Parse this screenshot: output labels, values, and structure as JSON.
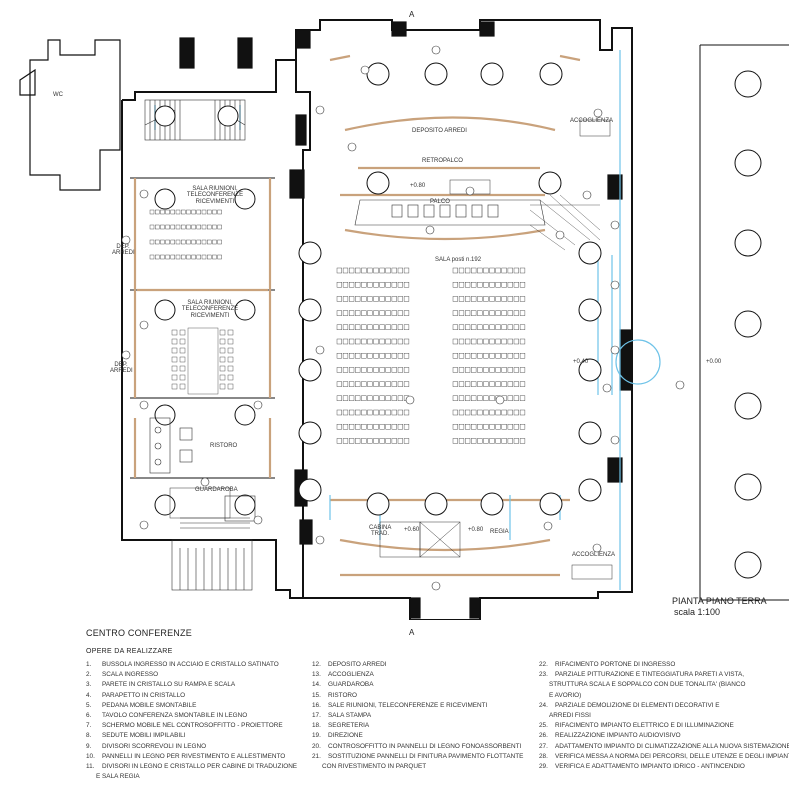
{
  "plan": {
    "title": "PIANTA PIANO TERRA",
    "scale": "scala 1:100",
    "section_marker": "A",
    "labels": {
      "wc": "WC",
      "accoglienza_top": "ACCOGLIENZA",
      "accoglienza_bottom": "ACCOGLIENZA",
      "deposito_arredi": "DEPOSITO ARREDI",
      "retropalco": "RETROPALCO",
      "palco": "PALCO",
      "sala_posti": "SALA posti n.192",
      "sala_riunioni_top": "SALA RIUNIONI, TELECONFERENZE RICEVIMENTI",
      "sala_riunioni_mid": "SALA RIUNIONI, TELECONFERENZE RICEVIMENTI",
      "dep_arredi_1": "DEP. ARREDI",
      "dep_arredi_2": "DEP. ARREDI",
      "ristoro": "RISTORO",
      "guardaroba": "GUARDAROBA",
      "cabina_trad": "CABINA TRAD.",
      "regia": "REGIA",
      "lvl_080_top": "+0.80",
      "lvl_040": "+0.40",
      "lvl_000": "+0.00",
      "lvl_060": "+0.60",
      "lvl_080_bottom": "+0.80"
    }
  },
  "legend": {
    "title": "CENTRO CONFERENZE",
    "subtitle": "OPERE DA REALIZZARE",
    "col1": [
      {
        "n": "1.",
        "t": "BUSSOLA INGRESSO IN ACCIAIO E CRISTALLO SATINATO"
      },
      {
        "n": "2.",
        "t": "SCALA INGRESSO"
      },
      {
        "n": "3.",
        "t": "PARETE IN CRISTALLO SU RAMPA E SCALA"
      },
      {
        "n": "4.",
        "t": "PARAPETTO  IN CRISTALLO"
      },
      {
        "n": "5.",
        "t": "PEDANA MOBILE SMONTABILE"
      },
      {
        "n": "6.",
        "t": "TAVOLO CONFERENZA SMONTABILE IN LEGNO"
      },
      {
        "n": "7.",
        "t": "SCHERMO MOBILE NEL CONTROSOFFITTO - PROIETTORE"
      },
      {
        "n": "8.",
        "t": "SEDUTE MOBILI IMPILABILI"
      },
      {
        "n": "9.",
        "t": "DIVISORI SCORREVOLI IN LEGNO"
      },
      {
        "n": "10.",
        "t": "PANNELLI IN LEGNO PER RIVESTIMENTO E ALLESTIMENTO"
      },
      {
        "n": "11.",
        "t": "DIVISORI IN LEGNO E CRISTALLO PER CABINE DI TRADUZIONE"
      },
      {
        "n": "",
        "t": "E SALA REGIA"
      }
    ],
    "col2": [
      {
        "n": "12.",
        "t": "DEPOSITO ARREDI"
      },
      {
        "n": "13.",
        "t": "ACCOGLIENZA"
      },
      {
        "n": "14.",
        "t": "GUARDAROBA"
      },
      {
        "n": "15.",
        "t": "RISTORO"
      },
      {
        "n": "16.",
        "t": "SALE RIUNIONI, TELECONFERENZE E RICEVIMENTI"
      },
      {
        "n": "17.",
        "t": "SALA STAMPA"
      },
      {
        "n": "18.",
        "t": "SEGRETERIA"
      },
      {
        "n": "19.",
        "t": "DIREZIONE"
      },
      {
        "n": "20.",
        "t": "CONTROSOFFITTO IN PANNELLI DI LEGNO FONOASSORBENTI"
      },
      {
        "n": "21.",
        "t": "SOSTITUZIONE PANNELLI DI FINITURA PAVIMENTO FLOTTANTE"
      },
      {
        "n": "",
        "t": "CON RIVESTIMENTO IN PARQUET"
      }
    ],
    "col3": [
      {
        "n": "22.",
        "t": "RIFACIMENTO PORTONE DI INGRESSO"
      },
      {
        "n": "23.",
        "t": "PARZIALE PITTURAZIONE E TINTEGGIATURA PARETI A VISTA,"
      },
      {
        "n": "",
        "t": "STRUTTURA SCALA E SOPPALCO CON DUE TONALITA' (BIANCO"
      },
      {
        "n": "",
        "t": "E AVORIO)"
      },
      {
        "n": "24.",
        "t": "PARZIALE DEMOLIZIONE DI ELEMENTI DECORATIVI E"
      },
      {
        "n": "",
        "t": "ARREDI FISSI"
      },
      {
        "n": "25.",
        "t": "RIFACIMENTO IMPIANTO ELETTRICO E DI ILLUMINAZIONE"
      },
      {
        "n": "26.",
        "t": "REALIZZAZIONE IMPIANTO AUDIOVISIVO"
      },
      {
        "n": "27.",
        "t": "ADATTAMENTO IMPIANTO DI CLIMATIZZAZIONE ALLA NUOVA SISTEMAZIONE"
      },
      {
        "n": "28.",
        "t": "VERIFICA MESSA A NORMA DEI PERCORSI, DELLE UTENZE E DEGLI IMPIANTI"
      },
      {
        "n": "29.",
        "t": "VERIFICA E ADATTAMENTO IMPIANTO IDRICO - ANTINCENDIO"
      }
    ]
  },
  "colors": {
    "wall": "#111111",
    "wood": "#c9a27c",
    "glass": "#6fc3e8",
    "line": "#333333"
  }
}
